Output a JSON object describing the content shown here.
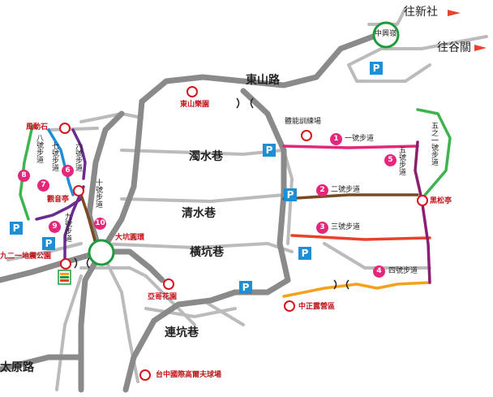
{
  "roads": {
    "dongshan": "東山路",
    "zhuoshui": "濁水巷",
    "qingshui": "清水巷",
    "hengkeng": "橫坑巷",
    "liankeng": "連坑巷",
    "taiyuan": "太原路"
  },
  "directions": {
    "xinshe": "往新社",
    "gutguan": "往谷關"
  },
  "landmarks": {
    "zhongxing": "中興嶺",
    "dakeng": "大坑圓環",
    "donshan_park": "東山樂園",
    "training": "體能訓練場",
    "fengdong": "風動石",
    "guanyin": "觀音亭",
    "quake_park": "九二一地震公園",
    "heisong": "黑松亭",
    "yage": "亞哥花園",
    "camp": "中正露營區",
    "golf": "台中國際高爾夫球場"
  },
  "trails": [
    {
      "num": "1",
      "label": "一號步道",
      "color": "#e4277a"
    },
    {
      "num": "2",
      "label": "二號步道",
      "color": "#7a4a22"
    },
    {
      "num": "3",
      "label": "三號步道",
      "color": "#e8422a"
    },
    {
      "num": "4",
      "label": "四號步道",
      "color": "#f5a11c"
    },
    {
      "num": "5",
      "label": "五號步道",
      "color": "#8b1e6e"
    },
    {
      "num": "5-1",
      "label": "五之一號步道",
      "color": "#3fb34f"
    },
    {
      "num": "6",
      "label": "六號步道",
      "color": "#6a2c91"
    },
    {
      "num": "7",
      "label": "七號步道",
      "color": "#1e8fd5"
    },
    {
      "num": "8",
      "label": "八號步道",
      "color": "#3fb34f"
    },
    {
      "num": "9",
      "label": "九號步道",
      "color": "#6a2c91"
    },
    {
      "num": "10",
      "label": "十號步道",
      "color": "#7a4a22"
    }
  ],
  "markers": {
    "n1": "1",
    "n2": "2",
    "n3": "3",
    "n4": "4",
    "n5": "5",
    "n6": "6",
    "n7": "7",
    "n8": "8",
    "n9": "9",
    "n10": "10"
  },
  "parking_label": "P",
  "convenience_store": "7-ELEVEN"
}
